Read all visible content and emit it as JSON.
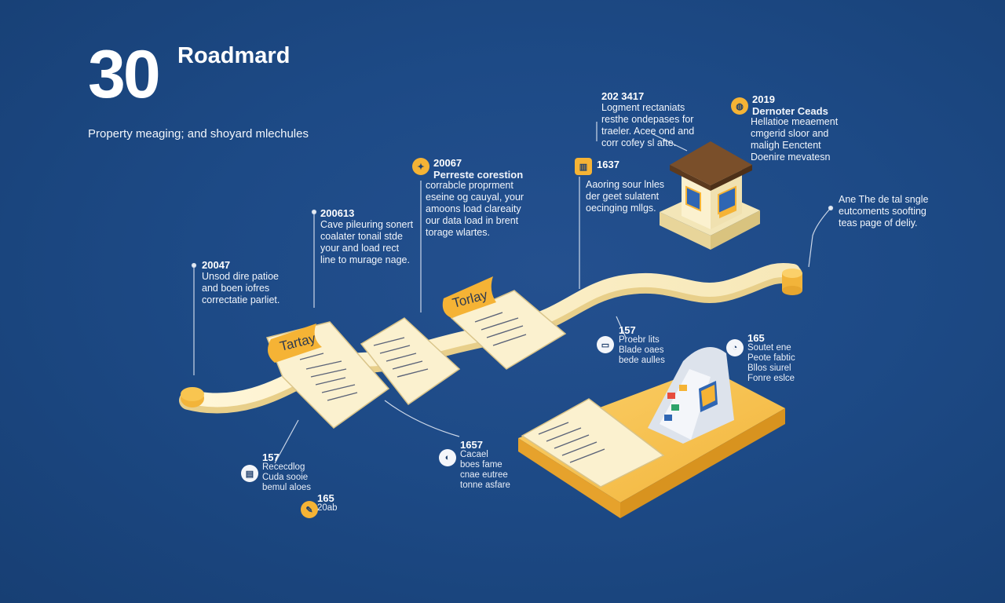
{
  "header": {
    "number": "30",
    "title": "Roadmard",
    "subtitle": "Property meaging; and shoyard mlechules"
  },
  "colors": {
    "background": "#1d4a86",
    "accent": "#f5b335",
    "paper": "#fbf1cf",
    "house_roof": "#7a4f2a"
  },
  "milestones": [
    {
      "id": "m1",
      "year": "20047",
      "lines": [
        "Unsod dire patioe",
        "and boen iofres",
        "correctatie parliet."
      ]
    },
    {
      "id": "m2",
      "year": "200613",
      "lines": [
        "Cave pileuring sonert",
        "coalater tonail stde",
        "your and load rect",
        "line to murage nage."
      ]
    },
    {
      "id": "m3",
      "year": "20067",
      "heading": "Perreste corestion",
      "lines": [
        "corrabcle proprment",
        "eseine og cauyal, your",
        "amoons load clareaity",
        "our data load in brent",
        "torage wlartes."
      ],
      "icon": "lightbulb-icon"
    },
    {
      "id": "m4",
      "year": "1637",
      "lines": [
        "Aaoring sour lnles",
        "der geet sulatent",
        "oecinging mllgs."
      ],
      "icon": "building-icon"
    },
    {
      "id": "m5",
      "year": "202 3417",
      "lines": [
        "Logment rectaniats",
        "resthe ondepases for",
        "traeler. Acee ond and",
        "corr cofey sl afte."
      ]
    },
    {
      "id": "m6",
      "year": "2019",
      "heading": "Dernoter Ceads",
      "lines": [
        "Hellatioe meaement",
        "cmgerid sloor and",
        "maligh Eenctent",
        "Doenire mevatesn"
      ],
      "icon": "globe-icon"
    },
    {
      "id": "m7",
      "lines": [
        "Ane The de tal sngle",
        "eutcoments soofting",
        "teas page of deliy."
      ]
    }
  ],
  "scroll_tags": [
    "Tartay",
    "Torlay"
  ],
  "bottom_notes": [
    {
      "id": "b1",
      "year": "157",
      "lines": [
        "Rececdlog",
        "Cuda sooie",
        "bemul aloes"
      ],
      "icon": "card-icon"
    },
    {
      "id": "b2",
      "year": "165",
      "lines": [
        "20ab"
      ],
      "icon": "pen-icon"
    },
    {
      "id": "b3",
      "year": "1657",
      "lines": [
        "Cacael",
        "boes fame",
        "cnae eutree",
        "tonne asfare"
      ],
      "icon": "palette-icon"
    },
    {
      "id": "b4",
      "year": "157",
      "lines": [
        "Proebr lits",
        "Blade oaes",
        "bede aulles"
      ],
      "icon": "truck-icon"
    },
    {
      "id": "b5",
      "year": "165",
      "lines": [
        "Soutet ene",
        "Peote fabtic",
        "Bllos siurel",
        "Fonre eslce"
      ],
      "icon": "chart-icon"
    }
  ]
}
